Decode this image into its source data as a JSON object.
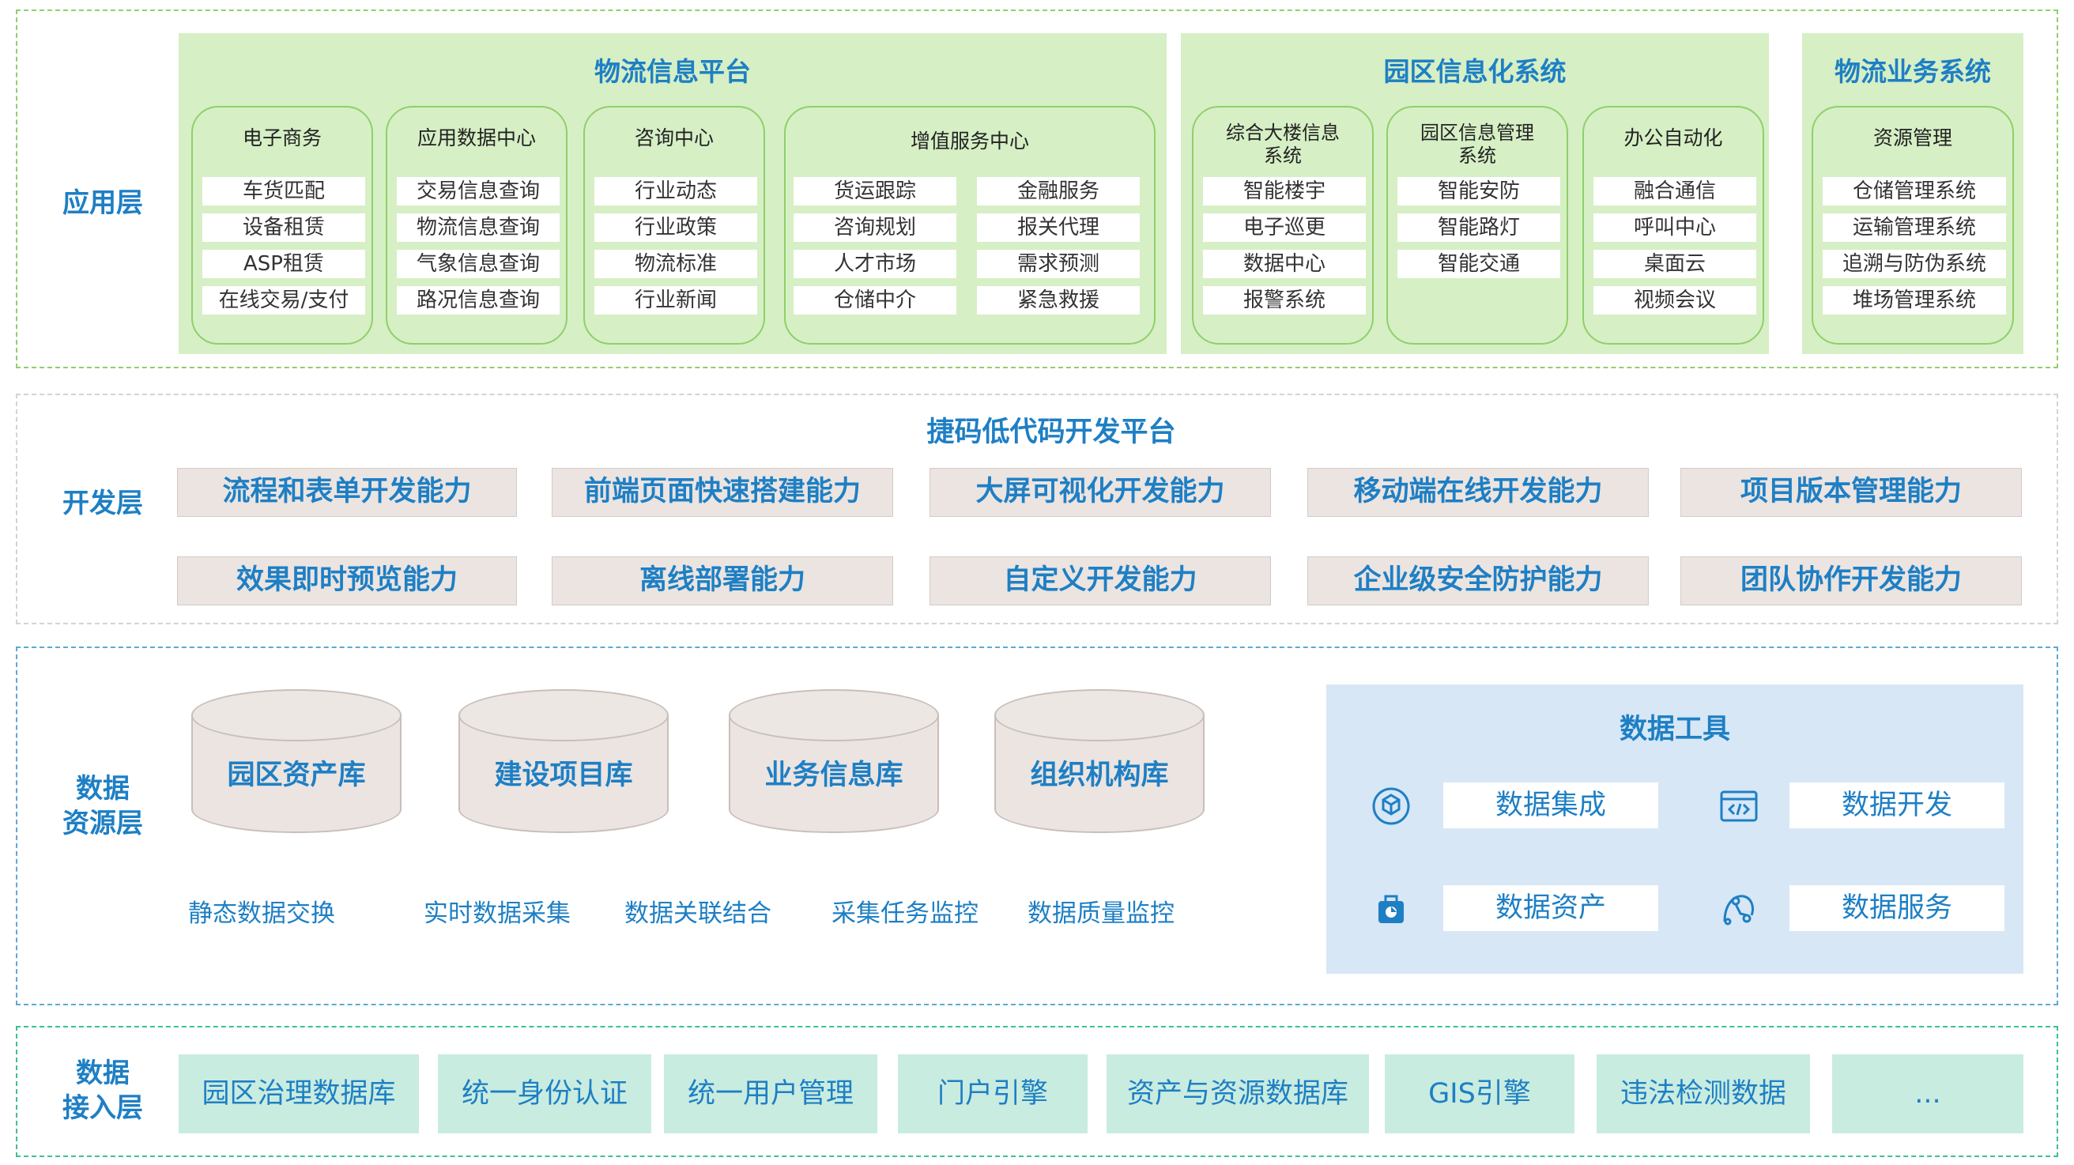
{
  "colors": {
    "accent_blue": "#1e7fc4",
    "green_panel": "#d6efc5",
    "green_border": "#8fd069",
    "capability_bg": "#ebe4e1",
    "tools_bg": "#d7e7f6",
    "access_bg": "#c9ece0"
  },
  "app_layer": {
    "label": "应用层",
    "panels": [
      {
        "title": "物流信息平台",
        "groups": [
          {
            "title": "电子商务",
            "items": [
              "车货匹配",
              "设备租赁",
              "ASP租赁",
              "在线交易/支付"
            ]
          },
          {
            "title": "应用数据中心",
            "items": [
              "交易信息查询",
              "物流信息查询",
              "气象信息查询",
              "路况信息查询"
            ]
          },
          {
            "title": "咨询中心",
            "items": [
              "行业动态",
              "行业政策",
              "物流标准",
              "行业新闻"
            ]
          },
          {
            "title": "增值服务中心",
            "items": [
              "货运跟踪",
              "金融服务",
              "咨询规划",
              "报关代理",
              "人才市场",
              "需求预测",
              "仓储中介",
              "紧急救援"
            ]
          }
        ]
      },
      {
        "title": "园区信息化系统",
        "groups": [
          {
            "title": "综合大楼信息\n系统",
            "items": [
              "智能楼宇",
              "电子巡更",
              "数据中心",
              "报警系统"
            ]
          },
          {
            "title": "园区信息管理\n系统",
            "items": [
              "智能安防",
              "智能路灯",
              "智能交通"
            ]
          },
          {
            "title": "办公自动化",
            "items": [
              "融合通信",
              "呼叫中心",
              "桌面云",
              "视频会议"
            ]
          }
        ]
      },
      {
        "title": "物流业务系统",
        "groups": [
          {
            "title": "资源管理",
            "items": [
              "仓储管理系统",
              "运输管理系统",
              "追溯与防伪系统",
              "堆场管理系统"
            ]
          }
        ]
      }
    ]
  },
  "dev_layer": {
    "label": "开发层",
    "platform_title": "捷码低代码开发平台",
    "capabilities": [
      "流程和表单开发能力",
      "前端页面快速搭建能力",
      "大屏可视化开发能力",
      "移动端在线开发能力",
      "项目版本管理能力",
      "效果即时预览能力",
      "离线部署能力",
      "自定义开发能力",
      "企业级安全防护能力",
      "团队协作开发能力"
    ]
  },
  "resource_layer": {
    "label": "数据\n资源层",
    "databases": [
      "园区资产库",
      "建设项目库",
      "业务信息库",
      "组织机构库"
    ],
    "functions": [
      "静态数据交换",
      "实时数据采集",
      "数据关联结合",
      "采集任务监控",
      "数据质量监控"
    ],
    "tools": {
      "title": "数据工具",
      "items": [
        {
          "label": "数据集成",
          "icon": "data-integration-icon"
        },
        {
          "label": "数据开发",
          "icon": "code-window-icon"
        },
        {
          "label": "数据资产",
          "icon": "asset-bag-icon"
        },
        {
          "label": "数据服务",
          "icon": "service-network-icon"
        }
      ]
    }
  },
  "access_layer": {
    "label": "数据\n接入层",
    "items": [
      "园区治理数据库",
      "统一身份认证",
      "统一用户管理",
      "门户引擎",
      "资产与资源数据库",
      "GIS引擎",
      "违法检测数据",
      "..."
    ]
  }
}
